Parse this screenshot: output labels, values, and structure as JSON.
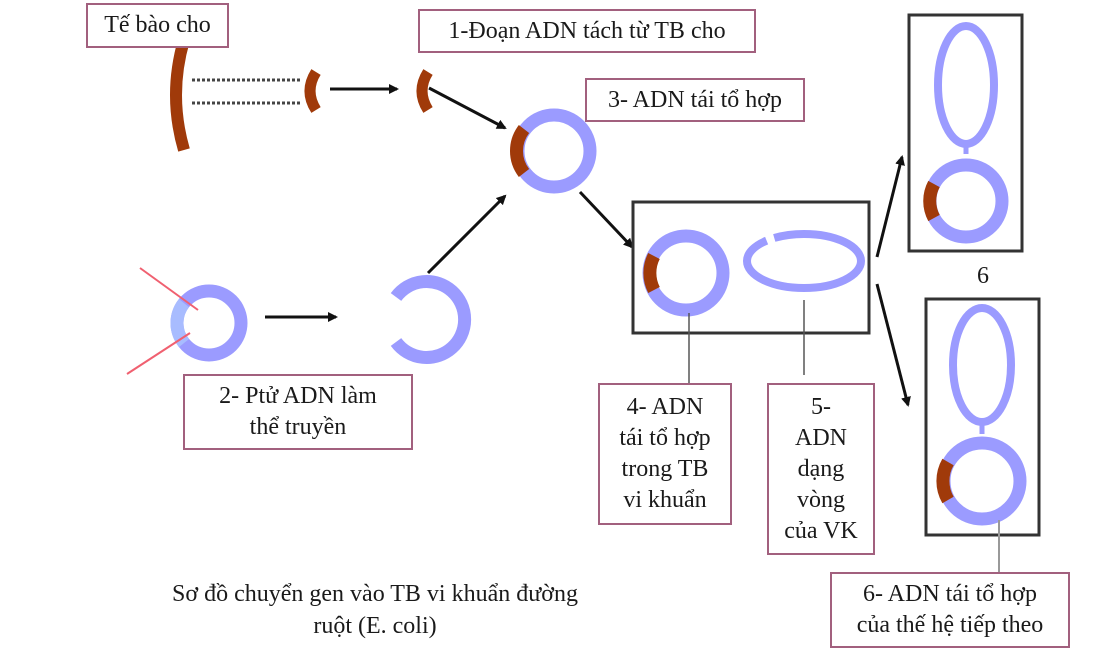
{
  "colors": {
    "plasmid": "#9b9bff",
    "plasmid_cut_region": "#a8bcff",
    "gene_segment": "#a03a0a",
    "arrow": "#111111",
    "label_border": "#a2607e",
    "frame": "#333333",
    "enzyme_line": "#f06070",
    "leader_line": "#555555"
  },
  "labels": {
    "donor_cell": "Tế bào cho",
    "step1": "1-Đoạn ADN tách từ TB cho",
    "step2": "2- Ptử ADN làm\nthể truyền",
    "step3": "3- ADN tái tổ hợp",
    "step4": "4- ADN\ntái tổ hợp\ntrong TB\nvi khuẩn",
    "step5": "5-\nADN\ndạng\nvòng\ncủa VK",
    "step6_number": "6",
    "step6": "6- ADN tái tổ hợp\ncủa thế hệ tiếp theo"
  },
  "caption": "Sơ đồ chuyển gen vào TB vi khuẩn đường\nruột (E. coli)"
}
